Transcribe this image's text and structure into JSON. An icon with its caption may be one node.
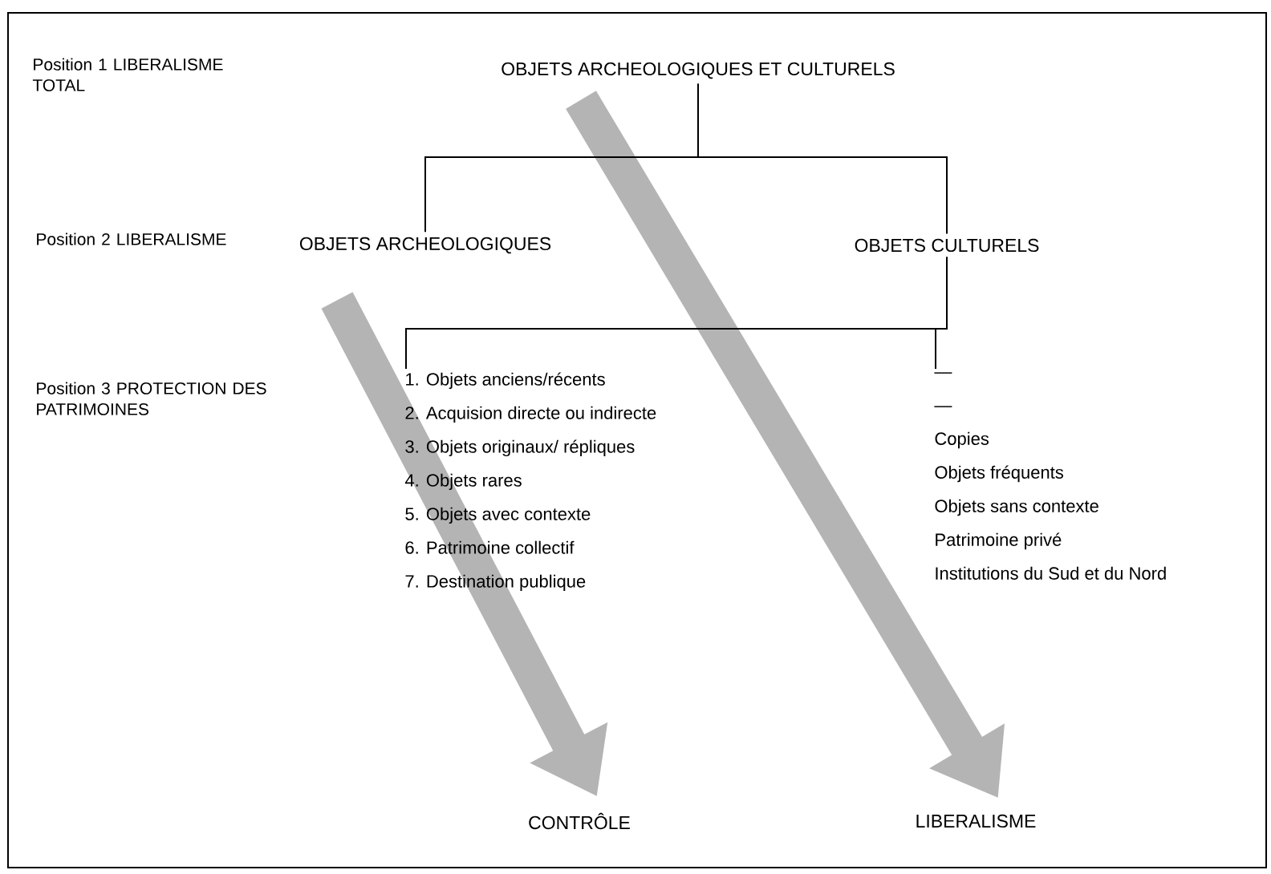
{
  "diagram": {
    "nodes": [
      {
        "text": [
          "OBJETS ARCHEOLOGIQUES ET CULTURELS"
        ]
      },
      {
        "text": [
          "OBJETS ARCHEOLOGIQUES"
        ]
      },
      {
        "text": [
          "OBJETS CULTURELS"
        ]
      },
      {
        "text": [
          "1. Objets anciens/récents",
          "2. Acquision directe ou indirecte",
          "3. Objets originaux/ répliques",
          "4. Objets rares",
          "5. Objets avec contexte",
          "6. Patrimoine collectif",
          "7. Destination publique"
        ]
      },
      {
        "text": [
          "—",
          "—",
          "Copies",
          "Objets fréquents",
          "Objets sans contexte",
          "Patrimoine privé",
          "Institutions du Sud et du Nord"
        ]
      },
      {
        "text": [
          "CONTRÔLE"
        ]
      },
      {
        "text": [
          "LIBERALISME"
        ]
      }
    ],
    "edges": [
      {
        "from": 0,
        "to": 1,
        "arrow": "none"
      },
      {
        "from": 0,
        "to": 2,
        "arrow": "none"
      },
      {
        "from": 2,
        "to": 3,
        "arrow": "none"
      },
      {
        "from": 2,
        "to": 4,
        "arrow": "none"
      },
      {
        "from": 1,
        "to": 5,
        "arrow": "to",
        "style": "thick",
        "color": "#b4b4b4"
      },
      {
        "from": 0,
        "to": 6,
        "arrow": "to",
        "style": "thick",
        "color": "#b4b4b4"
      }
    ],
    "labels": [
      "Position 1 LIBERALISME TOTAL",
      "Position 2 LIBERALISME",
      "Position 3 PROTECTION DES PATRIMOINES"
    ]
  }
}
